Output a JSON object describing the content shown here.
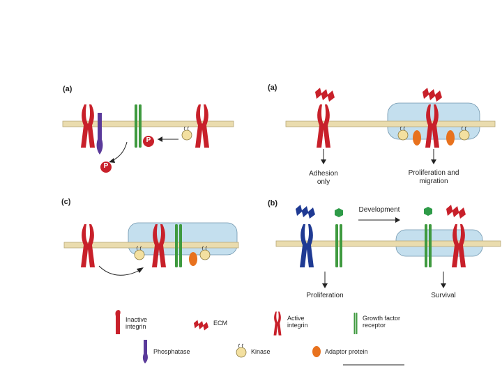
{
  "panels": {
    "top_left": "(a)",
    "bottom_left": "(c)",
    "top_right": "(a)",
    "bottom_right": "(b)"
  },
  "phospho_label": "P",
  "captions": {
    "adhesion": "Adhesion only",
    "proliferation_migration": "Proliferation and migration",
    "development": "Development",
    "proliferation": "Proliferation",
    "survival": "Survival"
  },
  "legend": {
    "inactive_integrin": "Inactive integrin",
    "ecm": "ECM",
    "active_integrin": "Active integrin",
    "growth_factor_receptor": "Growth factor receptor",
    "phosphatase": "Phosphatase",
    "kinase": "Kinase",
    "adaptor_protein": "Adaptor protein"
  },
  "colors": {
    "integrin_red": "#c8202a",
    "ecm_red": "#c8202a",
    "integrin_blue": "#1f3a93",
    "receptor_green": "#3f9a3f",
    "growth_factor_green": "#2e9b48",
    "phosphatase_purple": "#5a3a9a",
    "kinase_yellow": "#f3e0a0",
    "adaptor_orange": "#e8721e",
    "raft_blue": "#c4dfee",
    "membrane_tan": "#eadcae"
  }
}
